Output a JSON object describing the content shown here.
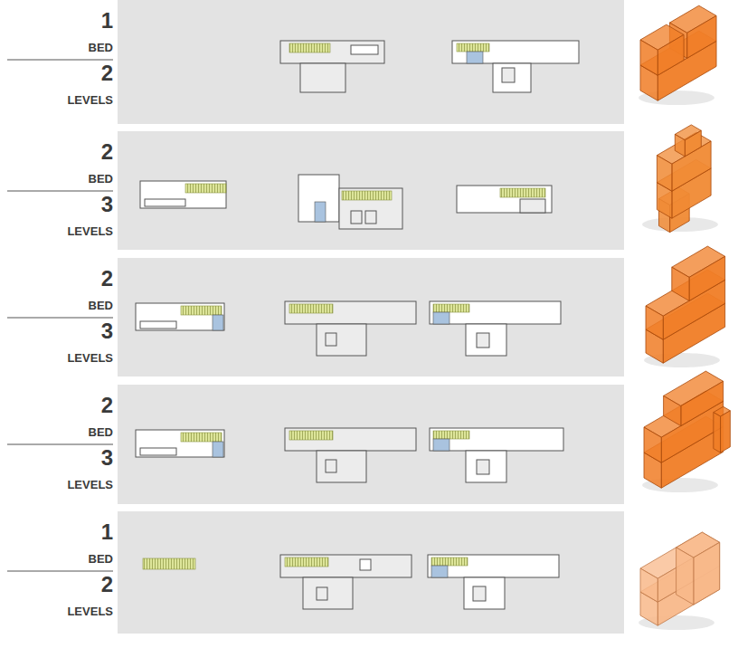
{
  "diagram": {
    "labels": [
      "1",
      "BED",
      "2",
      "LEVELS",
      "2",
      "BED",
      "3",
      "LEVELS",
      "2",
      "BED",
      "3",
      "LEVELS",
      "2",
      "BED",
      "3",
      "LEVELS",
      "1",
      "BED",
      "2",
      "LEVELS"
    ]
  }
}
